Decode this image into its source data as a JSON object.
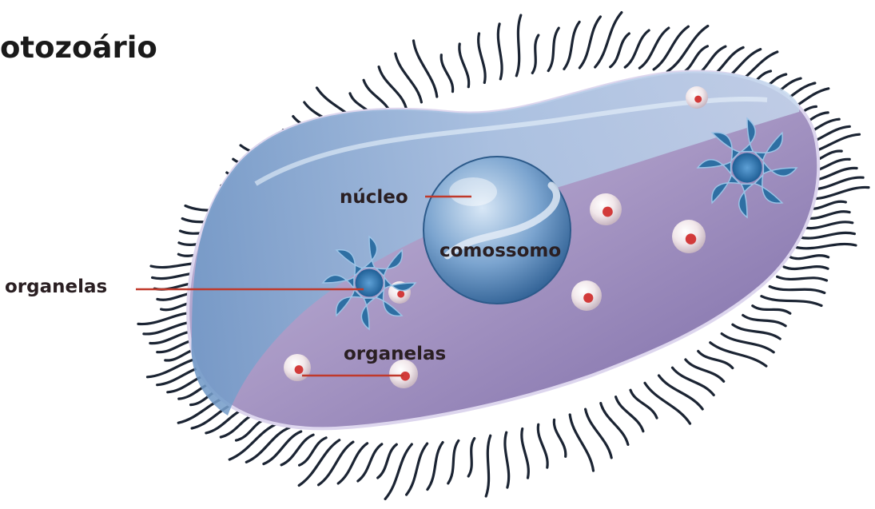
{
  "diagram": {
    "title": "otozoário",
    "labels": {
      "nucleus": "núcleo",
      "chromosome": "comossomo",
      "organelles_left": "organelas",
      "organelles_bottom": "organelas"
    },
    "colors": {
      "body_lilac": "#a797c4",
      "body_lilac_dark": "#7a6aa6",
      "membrane_blue": "#8fb4d8",
      "cilia": "#1b2433",
      "organelle_blue": "#2e6fa3",
      "pointer_red": "#c0392b",
      "granule_red": "#d23a3a"
    }
  }
}
